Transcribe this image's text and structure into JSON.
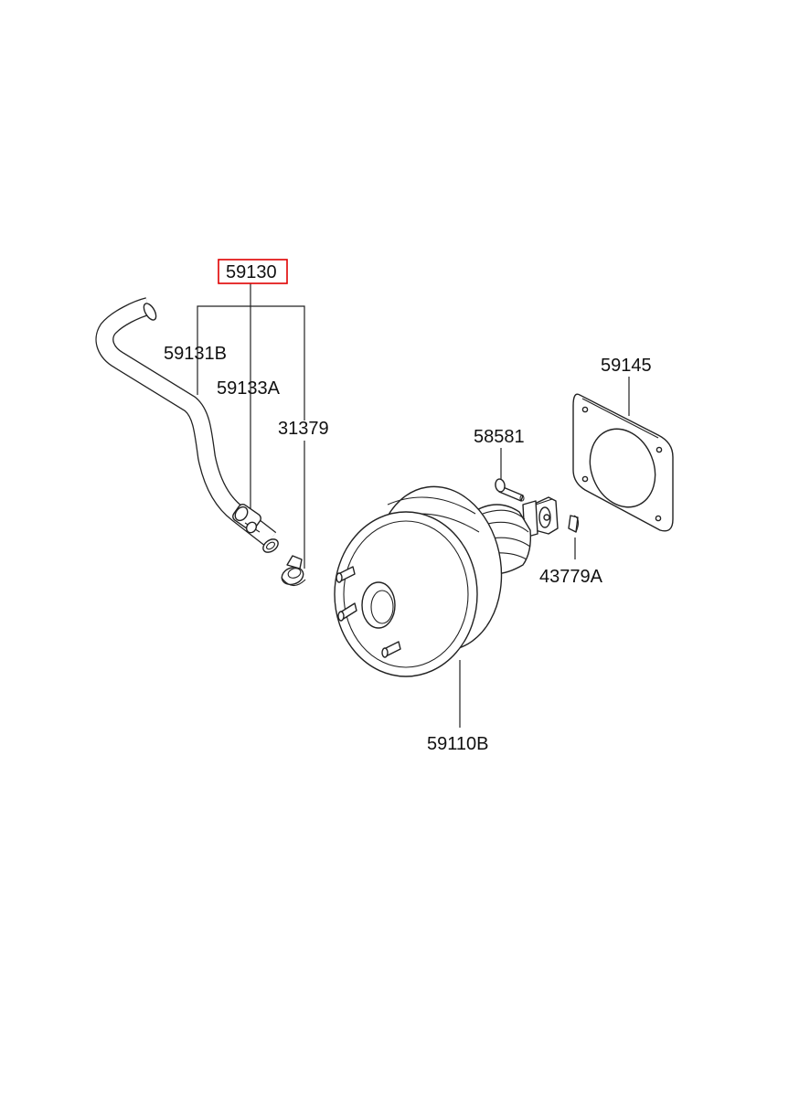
{
  "highlight_color": "#e00000",
  "labels": {
    "hose_assy": "59130",
    "hose": "59131B",
    "check_valve": "59133A",
    "clamp": "31379",
    "gasket": "59145",
    "clevis_pin": "58581",
    "snap_pin": "43779A",
    "booster": "59110B"
  }
}
